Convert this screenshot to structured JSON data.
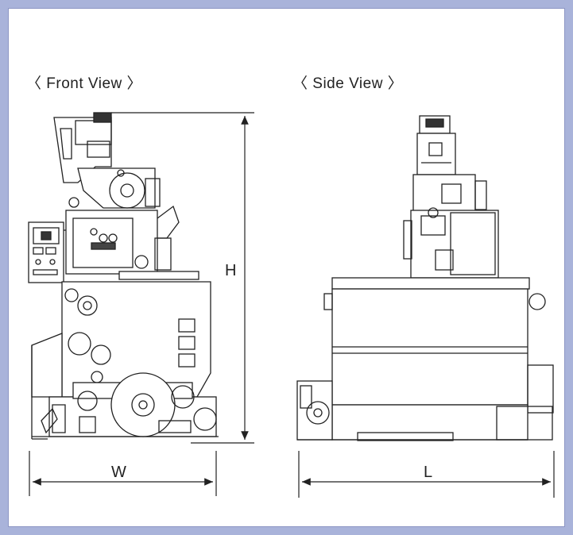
{
  "titles": {
    "front": "〈 Front View 〉",
    "side": "〈 Side View 〉"
  },
  "dimensions": {
    "width": "W",
    "height": "H",
    "length": "L"
  },
  "colors": {
    "background": "#a9b3da",
    "panel": "#ffffff",
    "line": "#222222"
  }
}
